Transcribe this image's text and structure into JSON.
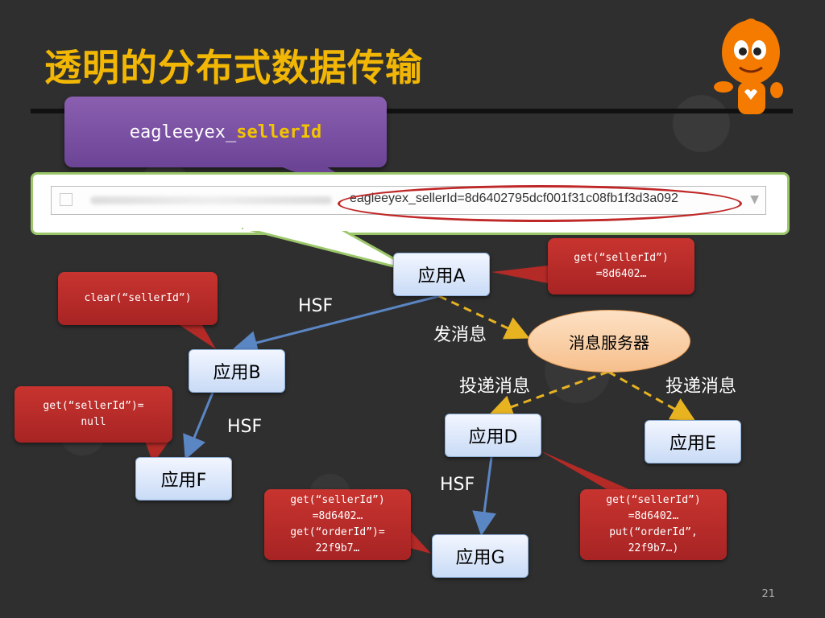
{
  "slide": {
    "title": "透明的分布式数据传输",
    "page_number": "21"
  },
  "callout_top": {
    "prefix": "eagleeyex_",
    "key": "sellerId"
  },
  "browser": {
    "url_visible": "eagleeyex_sellerId=8d6402795dcf001f31c08fb1f3d3a092"
  },
  "nodes": {
    "a": "应用A",
    "b": "应用B",
    "d": "应用D",
    "e": "应用E",
    "f": "应用F",
    "g": "应用G",
    "server": "消息服务器"
  },
  "edge_labels": {
    "hsf_ab": "HSF",
    "hsf_bf": "HSF",
    "hsf_dg": "HSF",
    "send_msg": "发消息",
    "deliver_d": "投递消息",
    "deliver_e": "投递消息"
  },
  "notes": {
    "a": "get(“sellerId”)\n=8d6402…",
    "b": "clear(“sellerId”)",
    "f": "get(“sellerId”)=\nnull",
    "g": "get(“sellerId”)\n=8d6402…\nget(“orderId”)=\n22f9b7…",
    "d": "get(“sellerId”)\n=8d6402…\nput(“orderId”,\n22f9b7…)"
  }
}
